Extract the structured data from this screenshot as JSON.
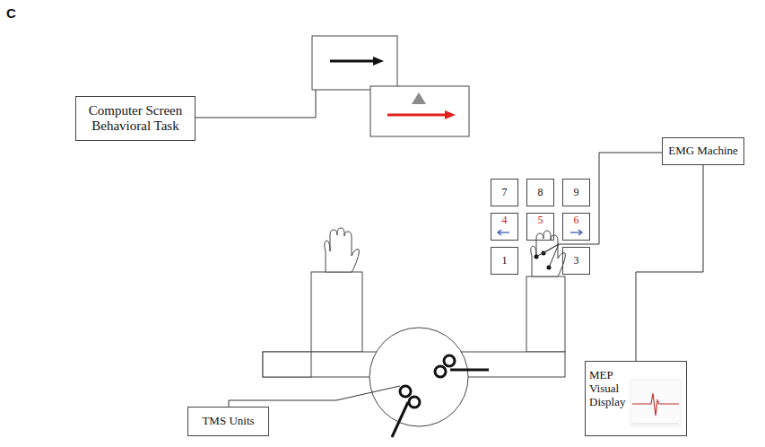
{
  "diagram": {
    "nodes": [
      {
        "text": [
          "Computer Screen Behavioral Task"
        ]
      },
      {
        "text": [
          "7"
        ]
      },
      {
        "text": [
          "8"
        ]
      },
      {
        "text": [
          "9"
        ]
      },
      {
        "text": [
          "4"
        ]
      },
      {
        "text": [
          "5"
        ]
      },
      {
        "text": [
          "6"
        ]
      },
      {
        "text": [
          "1"
        ]
      },
      {
        "text": [
          "3"
        ]
      },
      {
        "text": [
          "EMG Machine"
        ]
      },
      {
        "text": [
          "MEP Visual Display"
        ]
      },
      {
        "text": [
          "TMS Units"
        ]
      }
    ],
    "edges": [
      {
        "from": 9,
        "to": 10,
        "arrow": "none"
      }
    ],
    "labels": [
      "C"
    ]
  }
}
